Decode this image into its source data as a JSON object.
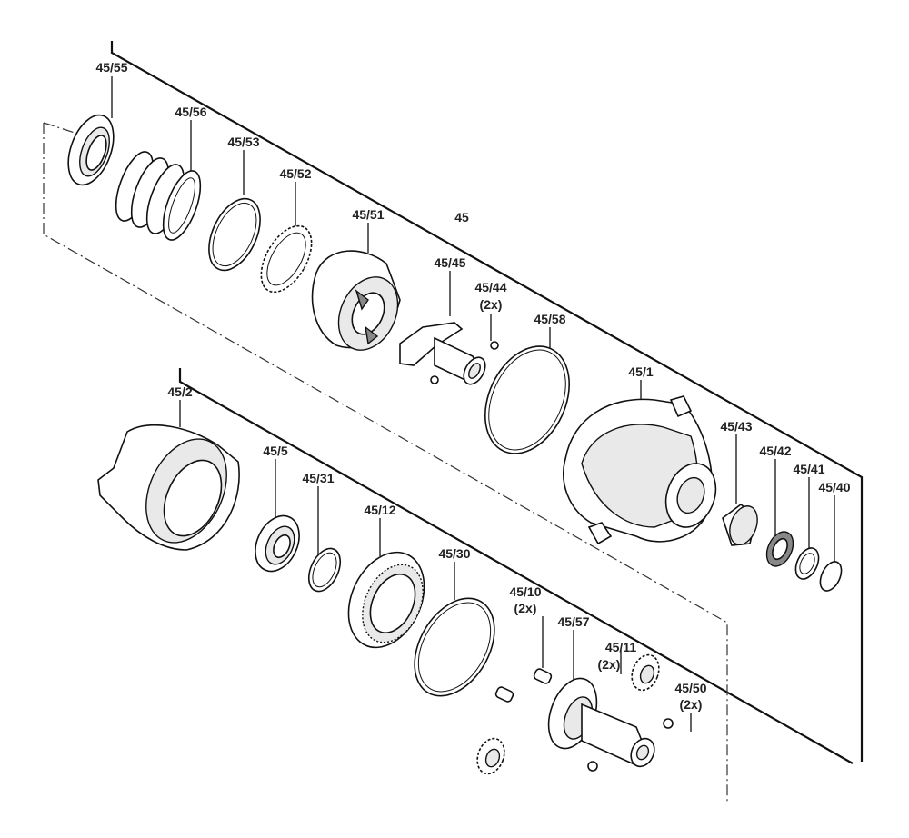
{
  "diagram": {
    "labels": [
      {
        "id": "45-55",
        "text": "45/55"
      },
      {
        "id": "45-56",
        "text": "45/56"
      },
      {
        "id": "45-53",
        "text": "45/53"
      },
      {
        "id": "45-52",
        "text": "45/52"
      },
      {
        "id": "45-51",
        "text": "45/51"
      },
      {
        "id": "45",
        "text": "45"
      },
      {
        "id": "45-45",
        "text": "45/45"
      },
      {
        "id": "45-44",
        "text": "45/44"
      },
      {
        "id": "45-44-qty",
        "text": "(2x)"
      },
      {
        "id": "45-58",
        "text": "45/58"
      },
      {
        "id": "45-1",
        "text": "45/1"
      },
      {
        "id": "45-43",
        "text": "45/43"
      },
      {
        "id": "45-42",
        "text": "45/42"
      },
      {
        "id": "45-41",
        "text": "45/41"
      },
      {
        "id": "45-40",
        "text": "45/40"
      },
      {
        "id": "45-2",
        "text": "45/2"
      },
      {
        "id": "45-5",
        "text": "45/5"
      },
      {
        "id": "45-31",
        "text": "45/31"
      },
      {
        "id": "45-12",
        "text": "45/12"
      },
      {
        "id": "45-30",
        "text": "45/30"
      },
      {
        "id": "45-10",
        "text": "45/10"
      },
      {
        "id": "45-10-qty",
        "text": "(2x)"
      },
      {
        "id": "45-57",
        "text": "45/57"
      },
      {
        "id": "45-11",
        "text": "45/11"
      },
      {
        "id": "45-11-qty",
        "text": "(2x)"
      },
      {
        "id": "45-50",
        "text": "45/50"
      },
      {
        "id": "45-50-qty",
        "text": "(2x)"
      }
    ]
  }
}
